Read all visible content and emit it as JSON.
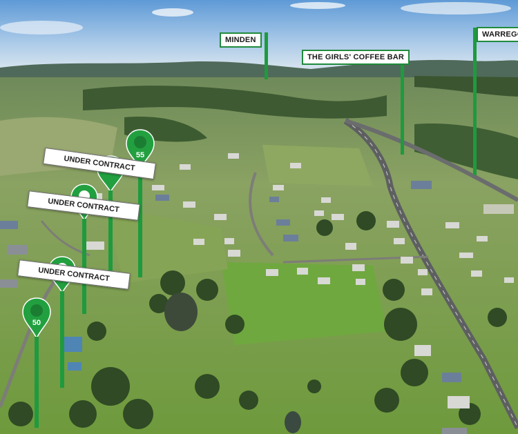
{
  "place_markers": [
    {
      "label": "MINDEN"
    },
    {
      "label": "THE GIRLS' COFFEE BAR"
    },
    {
      "label": "WARREGO"
    }
  ],
  "lot_pins": [
    {
      "lot": "55"
    },
    {
      "lot": "50"
    }
  ],
  "status_tags": [
    {
      "label": "UNDER CONTRACT"
    },
    {
      "label": "UNDER CONTRACT"
    },
    {
      "label": "UNDER CONTRACT"
    }
  ],
  "colors": {
    "marker_green": "#1f9a3e",
    "pin_green": "#22a040"
  }
}
